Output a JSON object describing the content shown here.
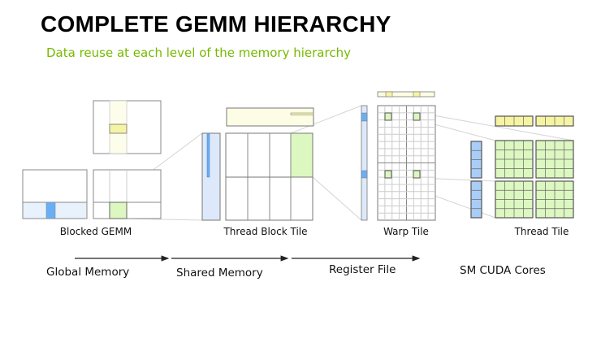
{
  "title": "COMPLETE GEMM HIERARCHY",
  "subtitle": "Data reuse at each level of the memory hierarchy",
  "stages": {
    "blocked_gemm": "Blocked GEMM",
    "thread_block_tile": "Thread Block Tile",
    "warp_tile": "Warp Tile",
    "thread_tile": "Thread Tile"
  },
  "memory_levels": {
    "global": "Global Memory",
    "shared": "Shared Memory",
    "register": "Register File",
    "cores": "SM CUDA Cores"
  },
  "colors": {
    "accent": "#76b900",
    "a_tile": "#6aaef5",
    "a_tile_pale": "#e3eefc",
    "b_tile": "#f6f4a2",
    "b_tile_pale": "#fdfdeb",
    "c_tile": "#dcf7c0"
  }
}
